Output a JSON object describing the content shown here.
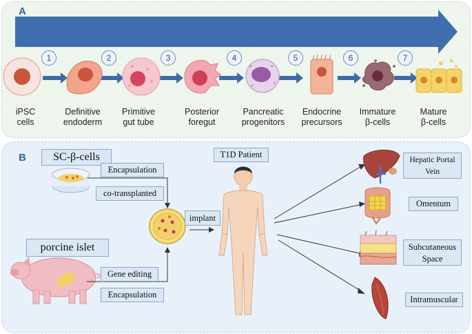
{
  "panel_a": {
    "label": "A",
    "steps": [
      {
        "num": "1",
        "name": "Definitive endoderm"
      },
      {
        "num": "2",
        "name": "Primitive gut tube"
      },
      {
        "num": "3",
        "name": "Posterior foregut"
      },
      {
        "num": "4",
        "name": "Pancreatic progenitors"
      },
      {
        "num": "5",
        "name": "Endocrine precursors"
      },
      {
        "num": "6",
        "name": "Immature β-cells"
      },
      {
        "num": "7",
        "name": "Mature β-cells"
      }
    ],
    "start": "iPSC cells",
    "labels": {
      "ipsc_1": "iPSC",
      "ipsc_2": "cells",
      "de_1": "Definitive",
      "de_2": "endoderm",
      "pg_1": "Primitive",
      "pg_2": "gut tube",
      "pf_1": "Posterior",
      "pf_2": "foregut",
      "pp_1": "Pancreatic",
      "pp_2": "progenitors",
      "ep_1": "Endocrine",
      "ep_2": "precursors",
      "ib_1": "Immature",
      "ib_2": "β-cells",
      "mb_1": "Mature",
      "mb_2": "β-cells"
    }
  },
  "panel_b": {
    "label": "B",
    "sc_cells": "SC-β-cells",
    "porcine": "porcine islet",
    "encapsulation_top": "Encapsulation",
    "cotransplanted": "co-transplanted",
    "gene_editing": "Gene editing",
    "encapsulation_bottom": "Encapsulation",
    "implant": "implant",
    "patient": "T1D Patient",
    "sites": {
      "hepatic": [
        "Hepatic Portal",
        "Vein"
      ],
      "omentum": "Omentum",
      "subcutaneous": [
        "Subcutaneous",
        "Space"
      ],
      "intramuscular": "Intramuscular"
    }
  },
  "colors": {
    "arrow_blue": "#3d6aa8",
    "panel_a_bg": "#eef5ec",
    "panel_b_bg": "#e8f1fa",
    "label_box_bg": "#dbe7f4"
  }
}
